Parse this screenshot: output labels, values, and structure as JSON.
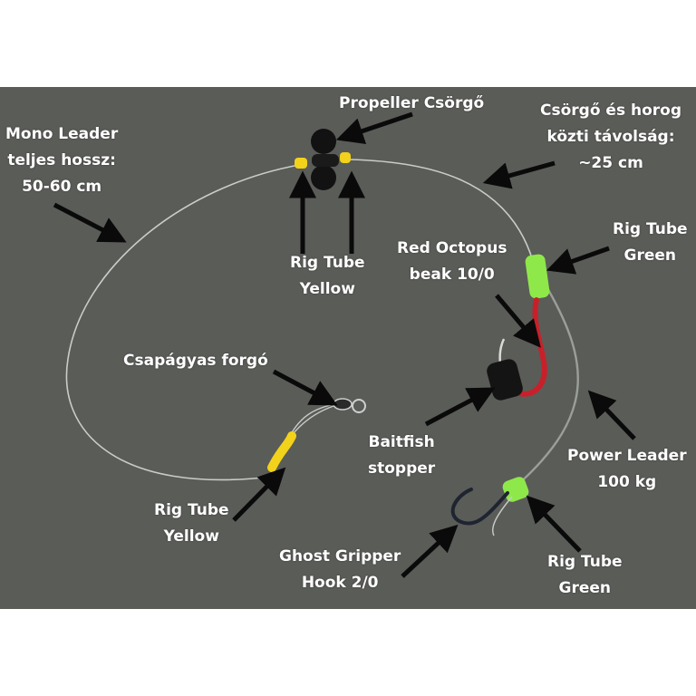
{
  "labels": {
    "propeller": "Propeller Csörgő",
    "mono_leader": [
      "Mono Leader",
      "teljes hossz:",
      "50-60 cm"
    ],
    "distance": [
      "Csörgő és horog",
      "közti távolság:",
      "~25 cm"
    ],
    "rig_tube_green_top": [
      "Rig Tube",
      "Green"
    ],
    "red_octopus": [
      "Red Octopus",
      "beak 10/0"
    ],
    "rig_tube_yellow_top": [
      "Rig Tube",
      "Yellow"
    ],
    "swivel": "Csapágyas forgó",
    "baitfish": [
      "Baitfish",
      "stopper"
    ],
    "power_leader": [
      "Power Leader",
      "100 kg"
    ],
    "rig_tube_yellow_bottom": [
      "Rig Tube",
      "Yellow"
    ],
    "ghost_gripper": [
      "Ghost Gripper",
      "Hook 2/0"
    ],
    "rig_tube_green_bottom": [
      "Rig Tube",
      "Green"
    ]
  },
  "colors": {
    "background": "#5a5c58",
    "rig_tube_yellow": "#f2d21a",
    "rig_tube_green": "#8fe84a",
    "red_hook": "#c8202a",
    "line": "#c9ccc8",
    "arrow": "#0a0a0a"
  }
}
